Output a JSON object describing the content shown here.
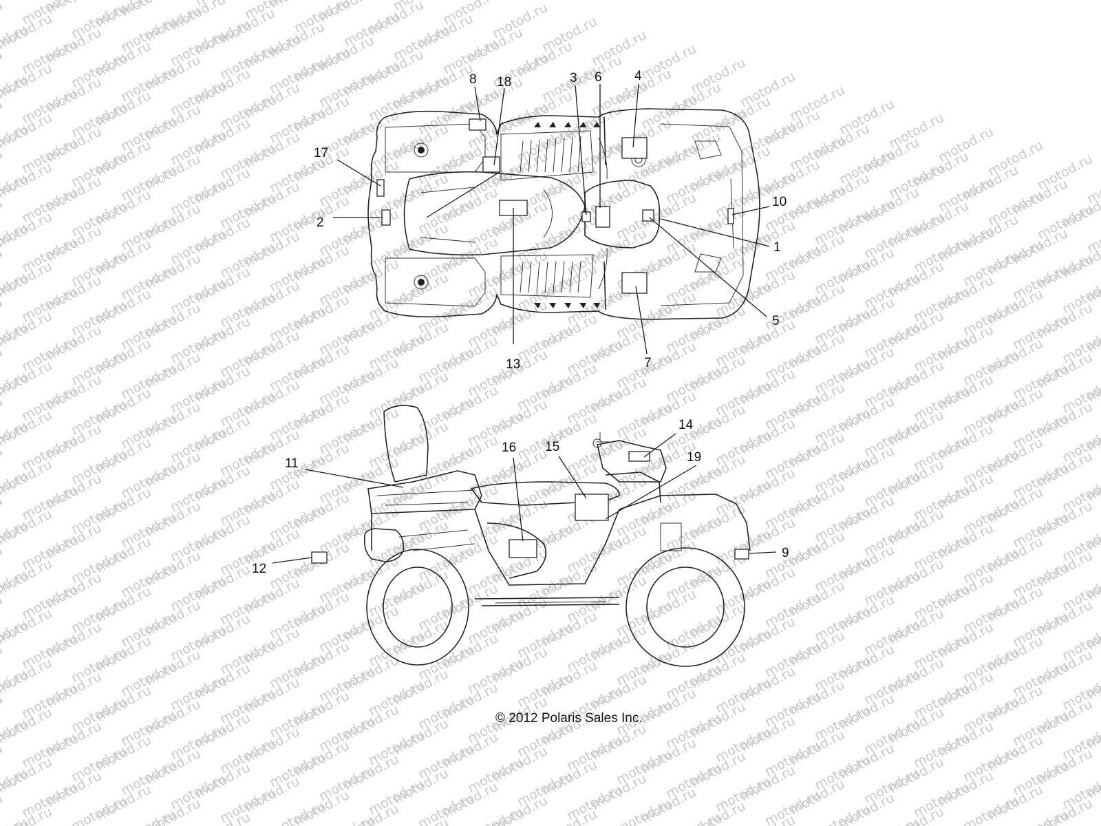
{
  "watermark": {
    "text": "motod.ru"
  },
  "copyright": "© 2012 Polaris Sales Inc.",
  "top_view_callouts": [
    "8",
    "18",
    "3",
    "6",
    "4",
    "17",
    "10",
    "2",
    "1",
    "5",
    "13",
    "7"
  ],
  "side_view_callouts": [
    "14",
    "16",
    "15",
    "19",
    "11",
    "12",
    "9"
  ],
  "colors": {
    "line": "#222222",
    "watermark": "#c9c9c9",
    "background": "#ffffff"
  }
}
